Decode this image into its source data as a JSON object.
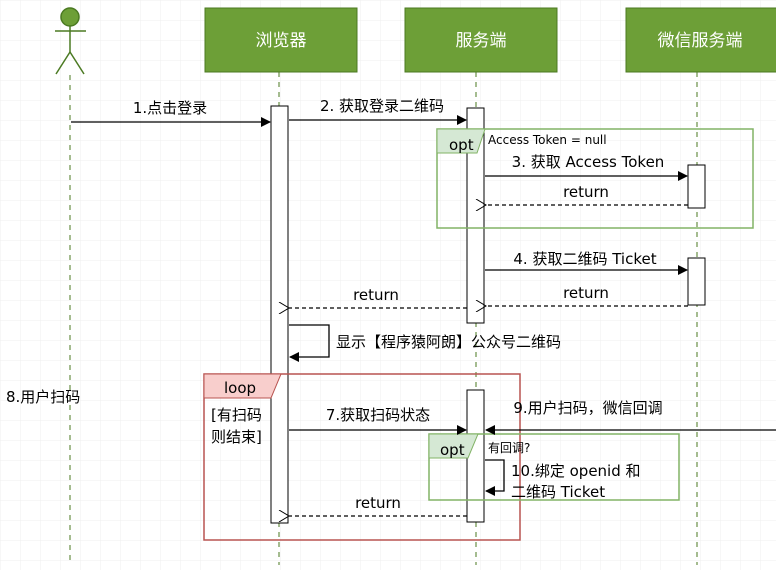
{
  "participants": {
    "actor": "",
    "browser": "浏览器",
    "server": "服务端",
    "wechat": "微信服务端"
  },
  "messages": {
    "m1": "1.点击登录",
    "m2": "2. 获取登录二维码",
    "m3": "3. 获取 Access Token",
    "r3": "return",
    "m4": "4. 获取二维码 Ticket",
    "r4": "return",
    "r2": "return",
    "self": "显示【程序猿阿朗】公众号二维码",
    "m7": "7.获取扫码状态",
    "m8": "8.用户扫码",
    "m9": "9.用户扫码，微信回调",
    "m10a": "10.绑定 openid 和",
    "m10b": "二维码 Ticket",
    "r7": "return"
  },
  "fragments": {
    "opt1": {
      "label": "opt",
      "condition": "Access Token = null"
    },
    "loop": {
      "label": "loop",
      "condition_line1": "[有扫码",
      "condition_line2": "则结束]"
    },
    "opt2": {
      "label": "opt",
      "condition": "有回调?"
    }
  },
  "colors": {
    "participant_fill": "#6d9f37",
    "participant_stroke": "#4b7a22",
    "opt_stroke": "#82b366",
    "opt_tab": "#d5e8d4",
    "loop_stroke": "#b85450",
    "loop_tab": "#f8cecc"
  }
}
